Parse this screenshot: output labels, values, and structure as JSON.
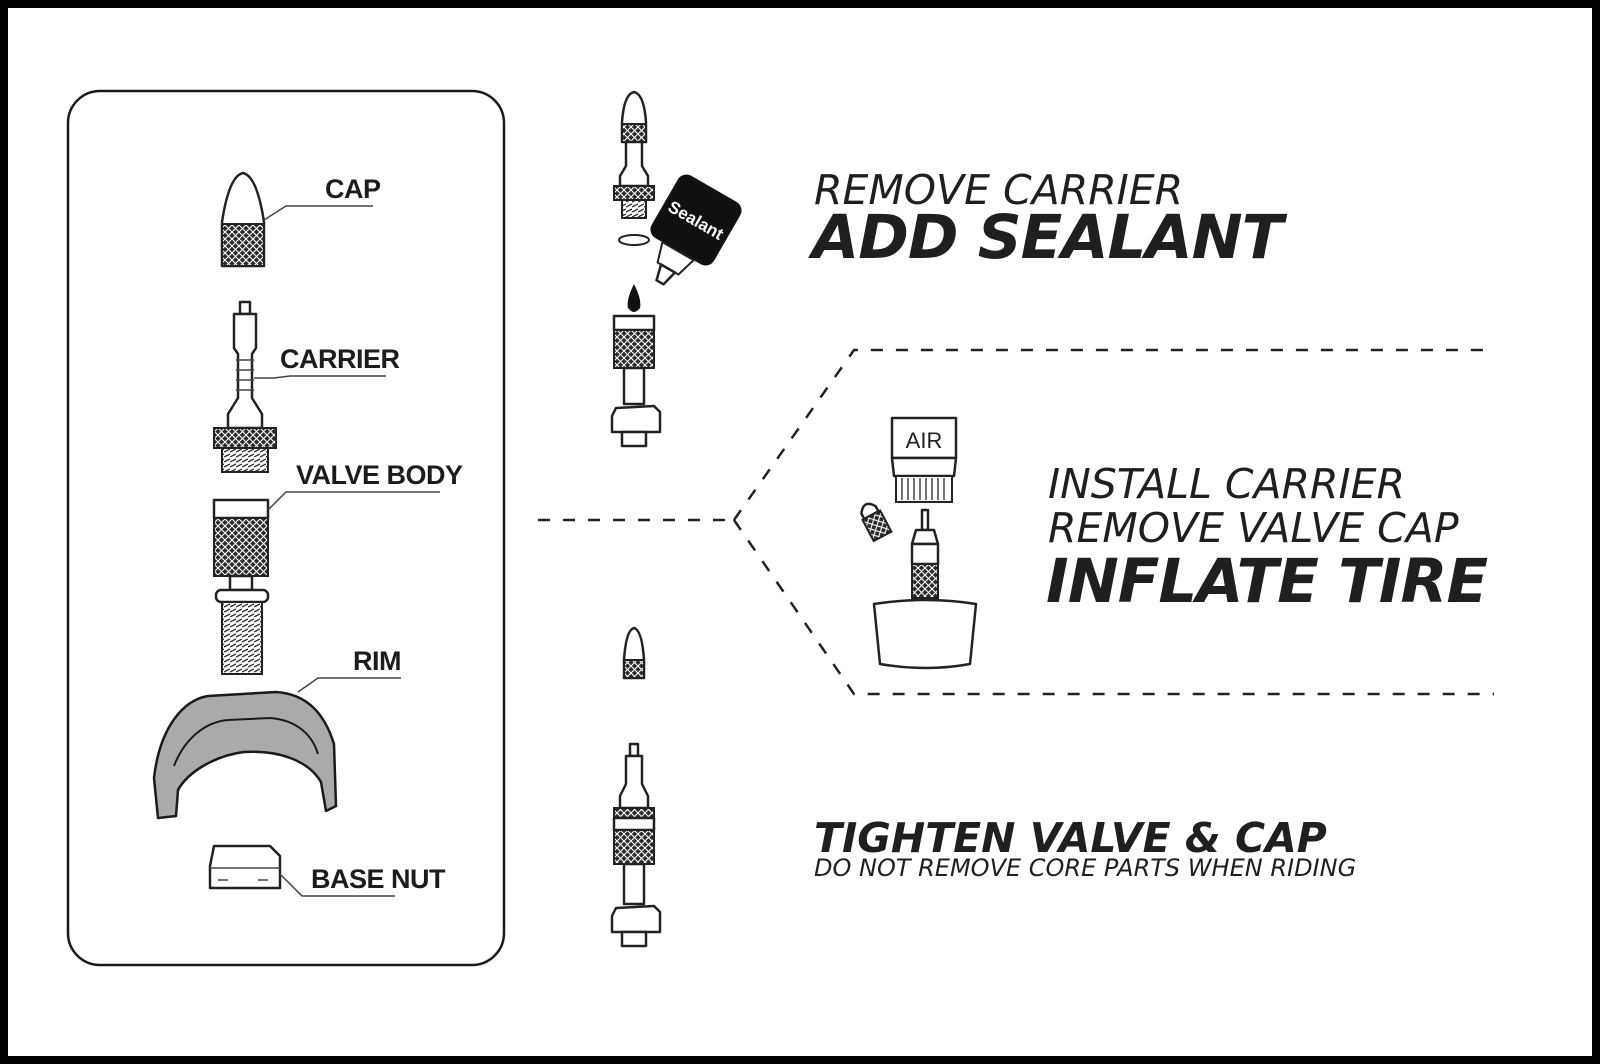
{
  "parts_panel": {
    "cap_label": "CAP",
    "carrier_label": "CARRIER",
    "valve_body_label": "VALVE BODY",
    "rim_label": "RIM",
    "base_nut_label": "BASE NUT"
  },
  "step1": {
    "line1": "REMOVE CARRIER",
    "line2": "ADD SEALANT",
    "bottle_label": "Sealant"
  },
  "step2": {
    "line1": "INSTALL CARRIER",
    "line2": "REMOVE VALVE CAP",
    "line3": "INFLATE TIRE",
    "pump_label": "AIR"
  },
  "step3": {
    "line1": "TIGHTEN VALVE & CAP",
    "line2": "DO NOT REMOVE CORE PARTS WHEN RIDING"
  },
  "colors": {
    "rim_fill": "#a9abaa",
    "ink": "#1f1f1f",
    "border": "#000000"
  }
}
